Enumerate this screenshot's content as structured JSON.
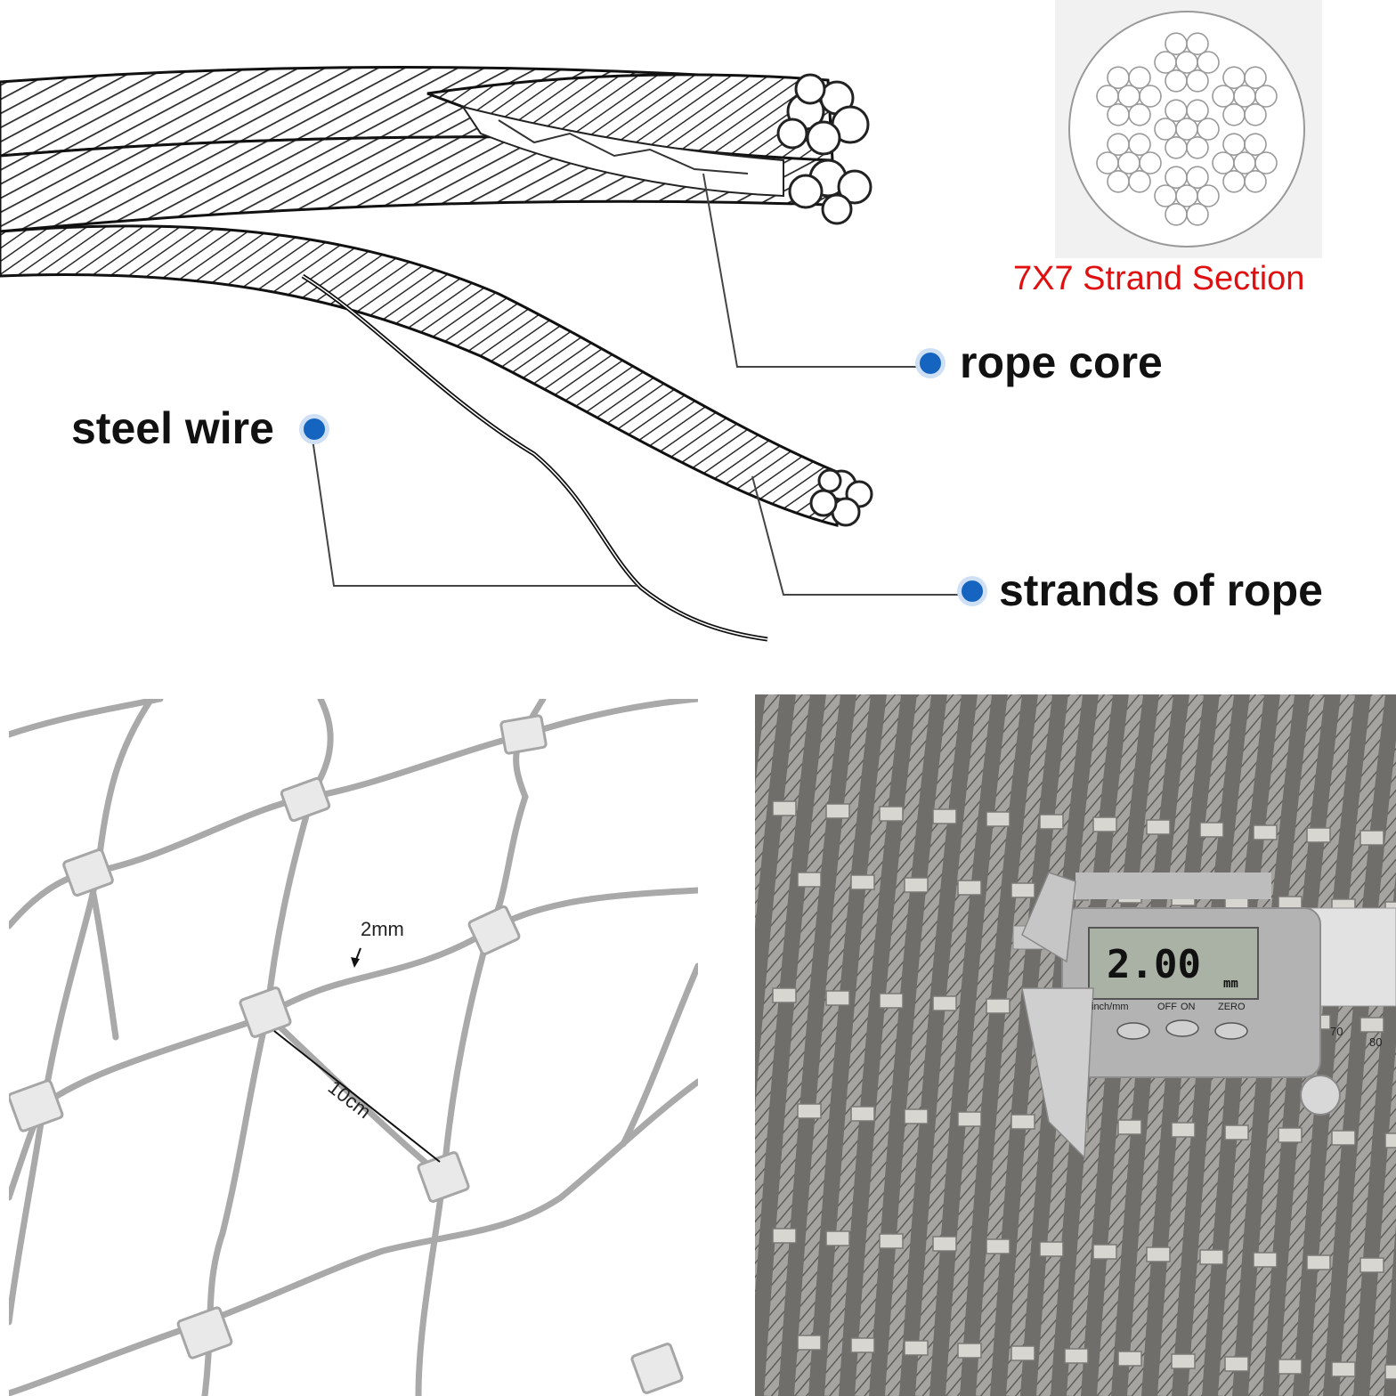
{
  "diagram": {
    "labels": {
      "rope_core": "rope core",
      "steel_wire": "steel wire",
      "strands_of_rope": "strands of rope"
    },
    "section_title": "7X7 Strand Section",
    "accent_color": "#1565c0",
    "title_color": "#e01010"
  },
  "mesh_photo": {
    "wire_diameter": "2mm",
    "mesh_size": "10cm"
  },
  "caliper_photo": {
    "reading": "2.00",
    "unit": "mm",
    "mode_label": "inch/mm",
    "buttons": [
      "OFF",
      "ON",
      "ZERO"
    ],
    "scale_numbers": [
      "70",
      "80"
    ]
  }
}
